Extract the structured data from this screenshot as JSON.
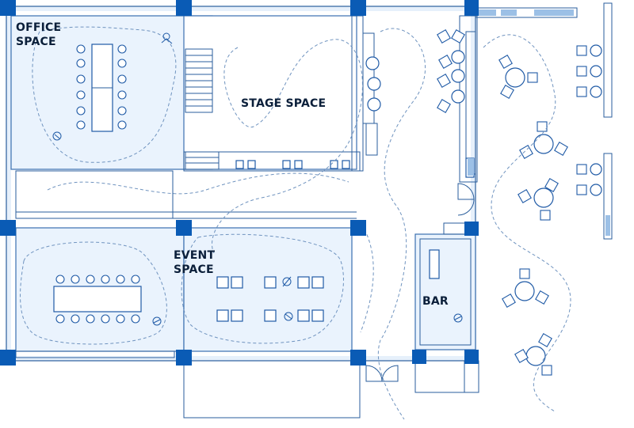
{
  "rooms": {
    "office": {
      "line1": "OFFICE",
      "line2": "SPACE"
    },
    "stage": {
      "label": "STAGE SPACE"
    },
    "event": {
      "line1": "EVENT",
      "line2": "SPACE"
    },
    "bar": {
      "label": "BAR"
    }
  },
  "colors": {
    "column": "#0a5bb5",
    "wall": "#2a5e9c",
    "room_fill": "#eaf3fd",
    "path": "#6f93bf",
    "label": "#0b1f3a"
  },
  "icons": [
    "person-icon",
    "plant-icon",
    "chair-icon",
    "table-icon",
    "door-icon",
    "stair-icon"
  ]
}
